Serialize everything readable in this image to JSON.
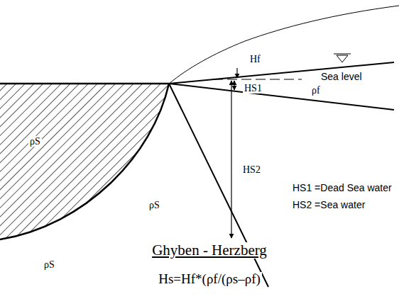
{
  "diagram": {
    "title": "Ghyben - Herzberg",
    "labels": [
      "Hf",
      "Sea level",
      "ρf",
      "HS1",
      "ρS",
      "ρS",
      "HS2",
      "HS1 =Dead Sea water",
      "HS2 =Sea water",
      "ρS",
      "Hs=Hf*(ρf/(ρs–ρf)"
    ]
  }
}
